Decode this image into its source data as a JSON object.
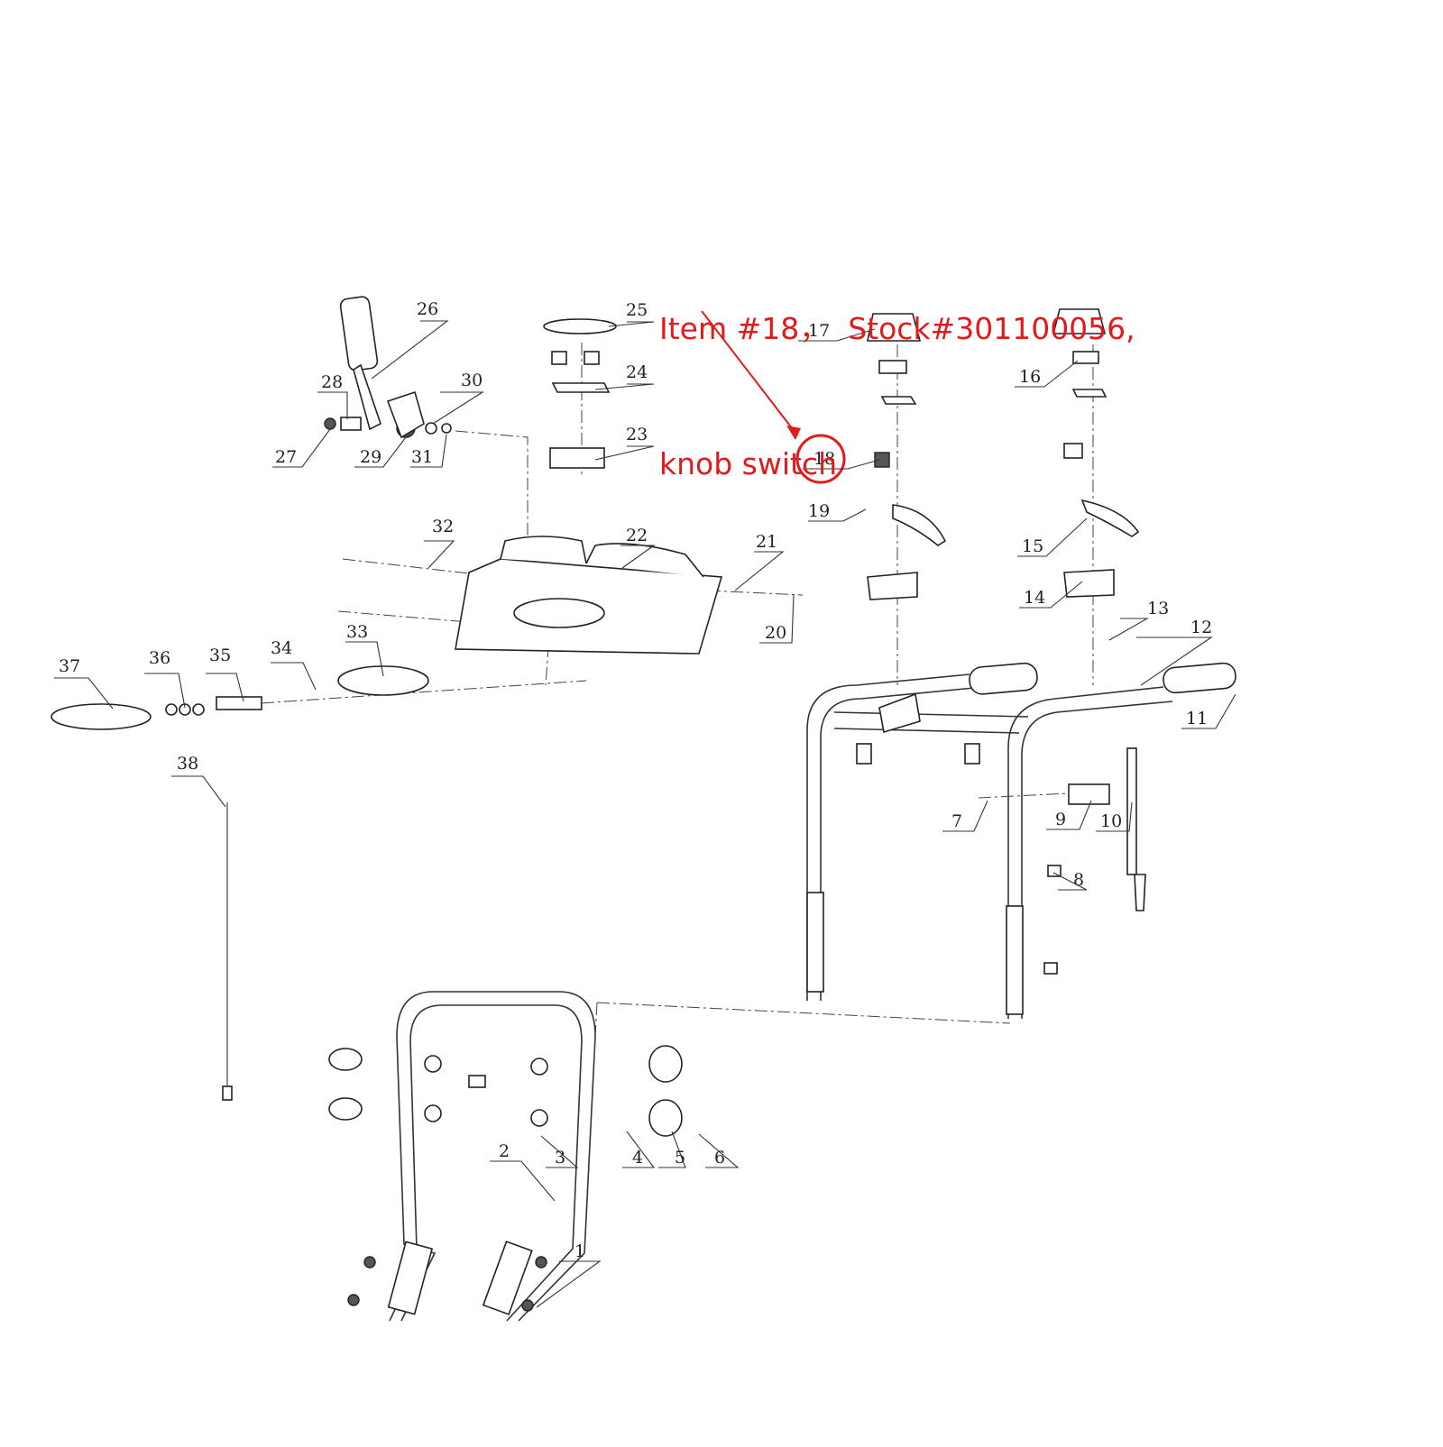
{
  "annotation": {
    "line1": "Item #18，  Stock#301100056,",
    "line2": "knob switch",
    "color": "#e11b1b"
  },
  "callouts": [
    "1",
    "2",
    "3",
    "4",
    "5",
    "6",
    "7",
    "8",
    "9",
    "10",
    "11",
    "12",
    "13",
    "14",
    "15",
    "16",
    "17",
    "18",
    "19",
    "20",
    "21",
    "22",
    "23",
    "24",
    "25",
    "26",
    "27",
    "28",
    "29",
    "30",
    "31",
    "32",
    "33",
    "34",
    "35",
    "36",
    "37",
    "38"
  ],
  "highlight": {
    "item": "18",
    "color": "#e11b1b"
  }
}
